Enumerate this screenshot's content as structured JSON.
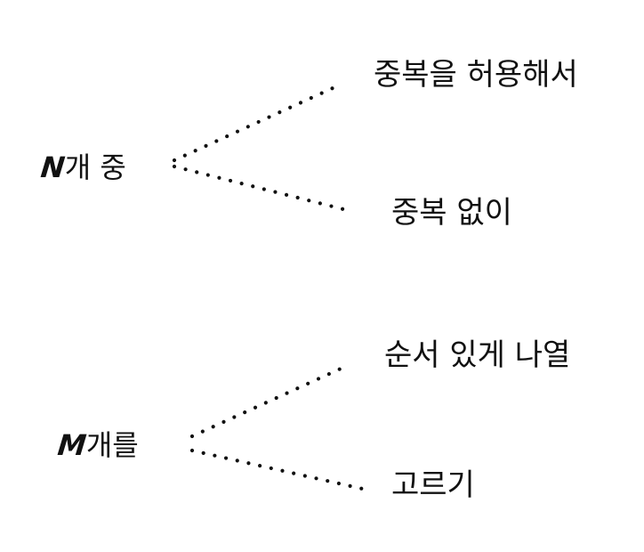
{
  "diagram": {
    "groups": [
      {
        "root": {
          "variable": "N",
          "suffix": "개 중"
        },
        "branches": [
          {
            "label": "중복을 허용해서"
          },
          {
            "label": "중복 없이"
          }
        ]
      },
      {
        "root": {
          "variable": "M",
          "suffix": "개를"
        },
        "branches": [
          {
            "label": "순서 있게 나열"
          },
          {
            "label": "고르기"
          }
        ]
      }
    ],
    "connector_style": "dotted",
    "connector_color": "#111111"
  }
}
